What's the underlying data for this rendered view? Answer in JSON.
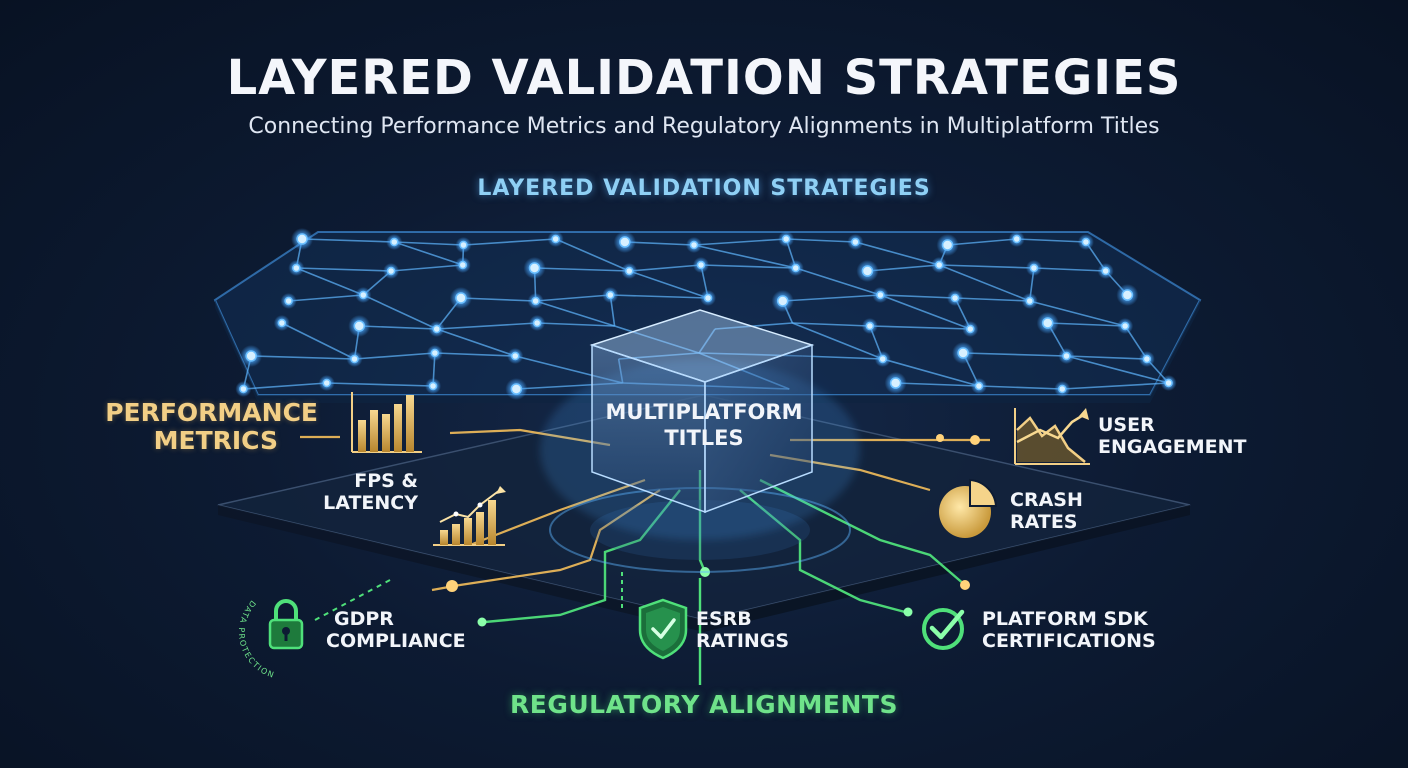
{
  "header": {
    "title": "LAYERED VALIDATION STRATEGIES",
    "subtitle": "Connecting Performance Metrics and Regulatory Alignments in Multiplatform Titles"
  },
  "top_layer": {
    "label": "LAYERED VALIDATION STRATEGIES"
  },
  "center": {
    "line1": "MULTIPLATFORM",
    "line2": "TITLES"
  },
  "performance": {
    "label_line1": "PERFORMANCE",
    "label_line2": "METRICS",
    "fps_line1": "FPS &",
    "fps_line2": "LATENCY",
    "user_line1": "USER",
    "user_line2": "ENGAGEMENT",
    "crash_line1": "CRASH",
    "crash_line2": "RATES"
  },
  "regulatory": {
    "label": "REGULATORY ALIGNMENTS",
    "gdpr_line1": "GDPR",
    "gdpr_line2": "COMPLIANCE",
    "gdpr_badge": "DATA PROTECTION",
    "esrb_line1": "ESRB",
    "esrb_line2": "RATINGS",
    "platform_line1": "PLATFORM SDK",
    "platform_line2": "CERTIFICATIONS"
  },
  "icons": {
    "bar_chart": "bar-chart-icon",
    "growth_chart": "growth-chart-icon",
    "trend_chart": "trend-chart-icon",
    "pie_chart": "pie-chart-icon",
    "lock": "lock-icon",
    "shield": "shield-check-icon",
    "check": "check-circle-icon"
  },
  "colors": {
    "background": "#0b1629",
    "network_blue": "#4aa8ff",
    "performance_gold": "#f2cf86",
    "regulatory_green": "#4fe07a"
  }
}
